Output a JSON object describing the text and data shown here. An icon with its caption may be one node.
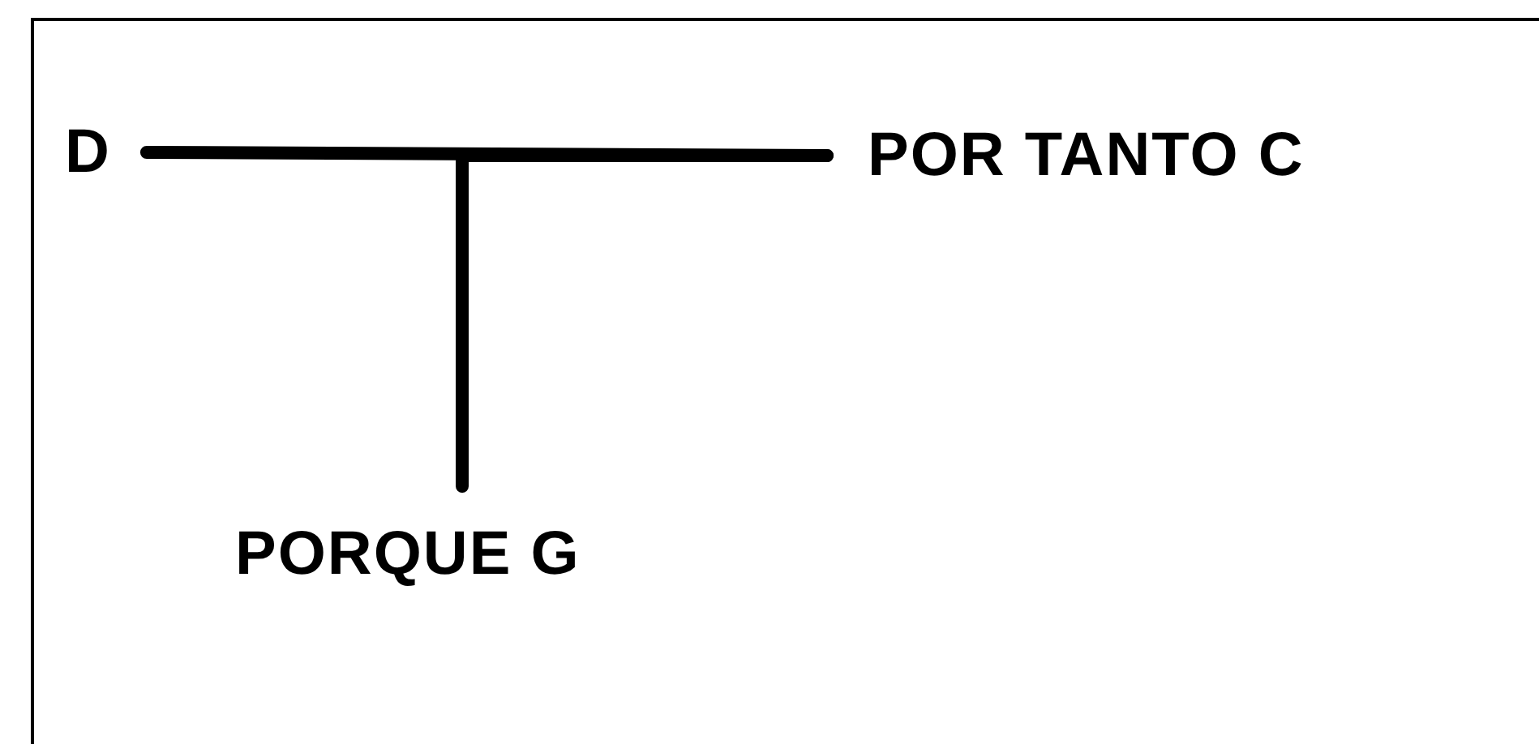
{
  "diagram": {
    "nodes": [
      {
        "text": [
          "D"
        ]
      },
      {
        "text": [
          "POR TANTO C"
        ]
      },
      {
        "text": [
          "PORQUE G"
        ]
      }
    ],
    "edges": [
      {
        "from": 0,
        "to": 1,
        "arrow": "none"
      },
      {
        "from": 2,
        "to": 1,
        "arrow": "none"
      }
    ]
  }
}
